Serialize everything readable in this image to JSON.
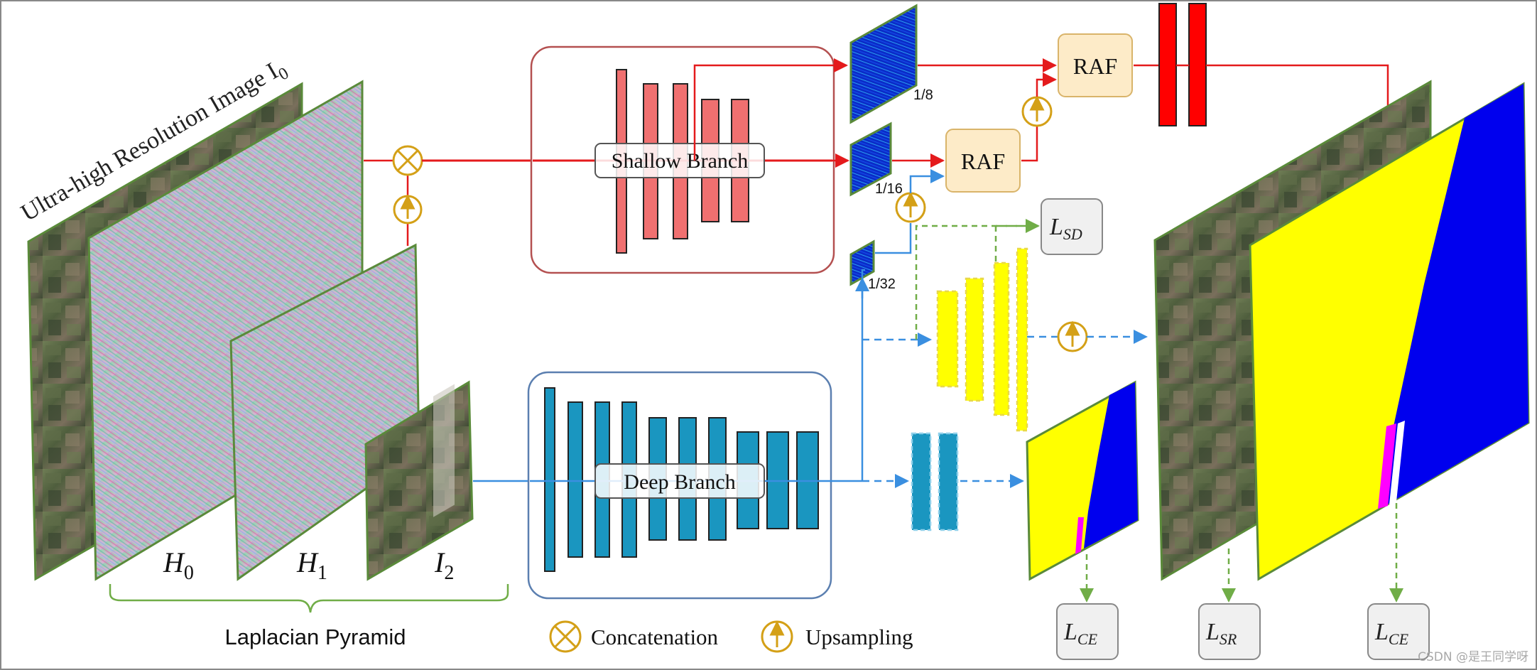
{
  "title_label": "Ultra-high Resolution Image I",
  "title_sub": "0",
  "pyramid": {
    "h0": {
      "main": "H",
      "sub": "0"
    },
    "h1": {
      "main": "H",
      "sub": "1"
    },
    "i2": {
      "main": "I",
      "sub": "2"
    },
    "caption": "Laplacian Pyramid"
  },
  "shallow_branch_label": "Shallow Branch",
  "deep_branch_label": "Deep Branch",
  "raf_labels": [
    "RAF",
    "RAF"
  ],
  "scales": [
    "1/8",
    "1/16",
    "1/32"
  ],
  "losses": {
    "sd": {
      "main": "L",
      "sub": "SD"
    },
    "ce_small": {
      "main": "L",
      "sub": "CE"
    },
    "sr": {
      "main": "L",
      "sub": "SR"
    },
    "ce_large": {
      "main": "L",
      "sub": "CE"
    }
  },
  "legend": {
    "concat_label": "Concatenation",
    "upsample_label": "Upsampling"
  },
  "watermark": "CSDN @是王同学呀",
  "colors": {
    "red": "#e41a1c",
    "blue": "#3a8fe0",
    "green": "#70ad47",
    "orange": "#d4a017",
    "shallow_bar": "#f07070",
    "deep_bar": "#1a96c0",
    "yellow": "#ffff00",
    "navy": "#0000ee",
    "raf_fill": "#fdebc8"
  }
}
